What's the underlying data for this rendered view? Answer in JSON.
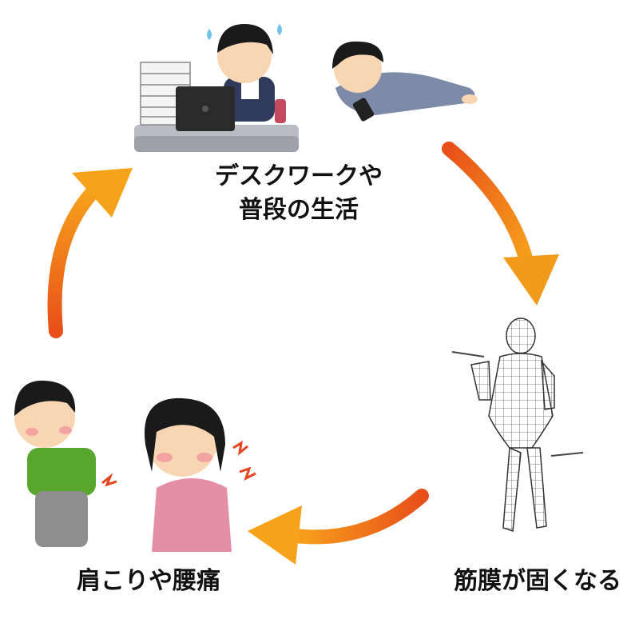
{
  "diagram": {
    "type": "cycle",
    "steps": [
      {
        "id": "desk-work",
        "label_lines": [
          "デスクワークや",
          "普段の生活"
        ],
        "illustration": "desk-worker-and-phone-user-icon"
      },
      {
        "id": "fascia-stiffens",
        "label": "筋膜が固くなる",
        "illustration": "fascia-mesh-body-icon"
      },
      {
        "id": "shoulder-back-pain",
        "label": "肩こりや腰痛",
        "illustration": "back-pain-and-shoulder-pain-icon"
      }
    ],
    "flow": [
      "desk-work",
      "fascia-stiffens",
      "shoulder-back-pain",
      "desk-work"
    ],
    "arrow_color_start": "#e8501a",
    "arrow_color_end": "#f7a21b"
  }
}
